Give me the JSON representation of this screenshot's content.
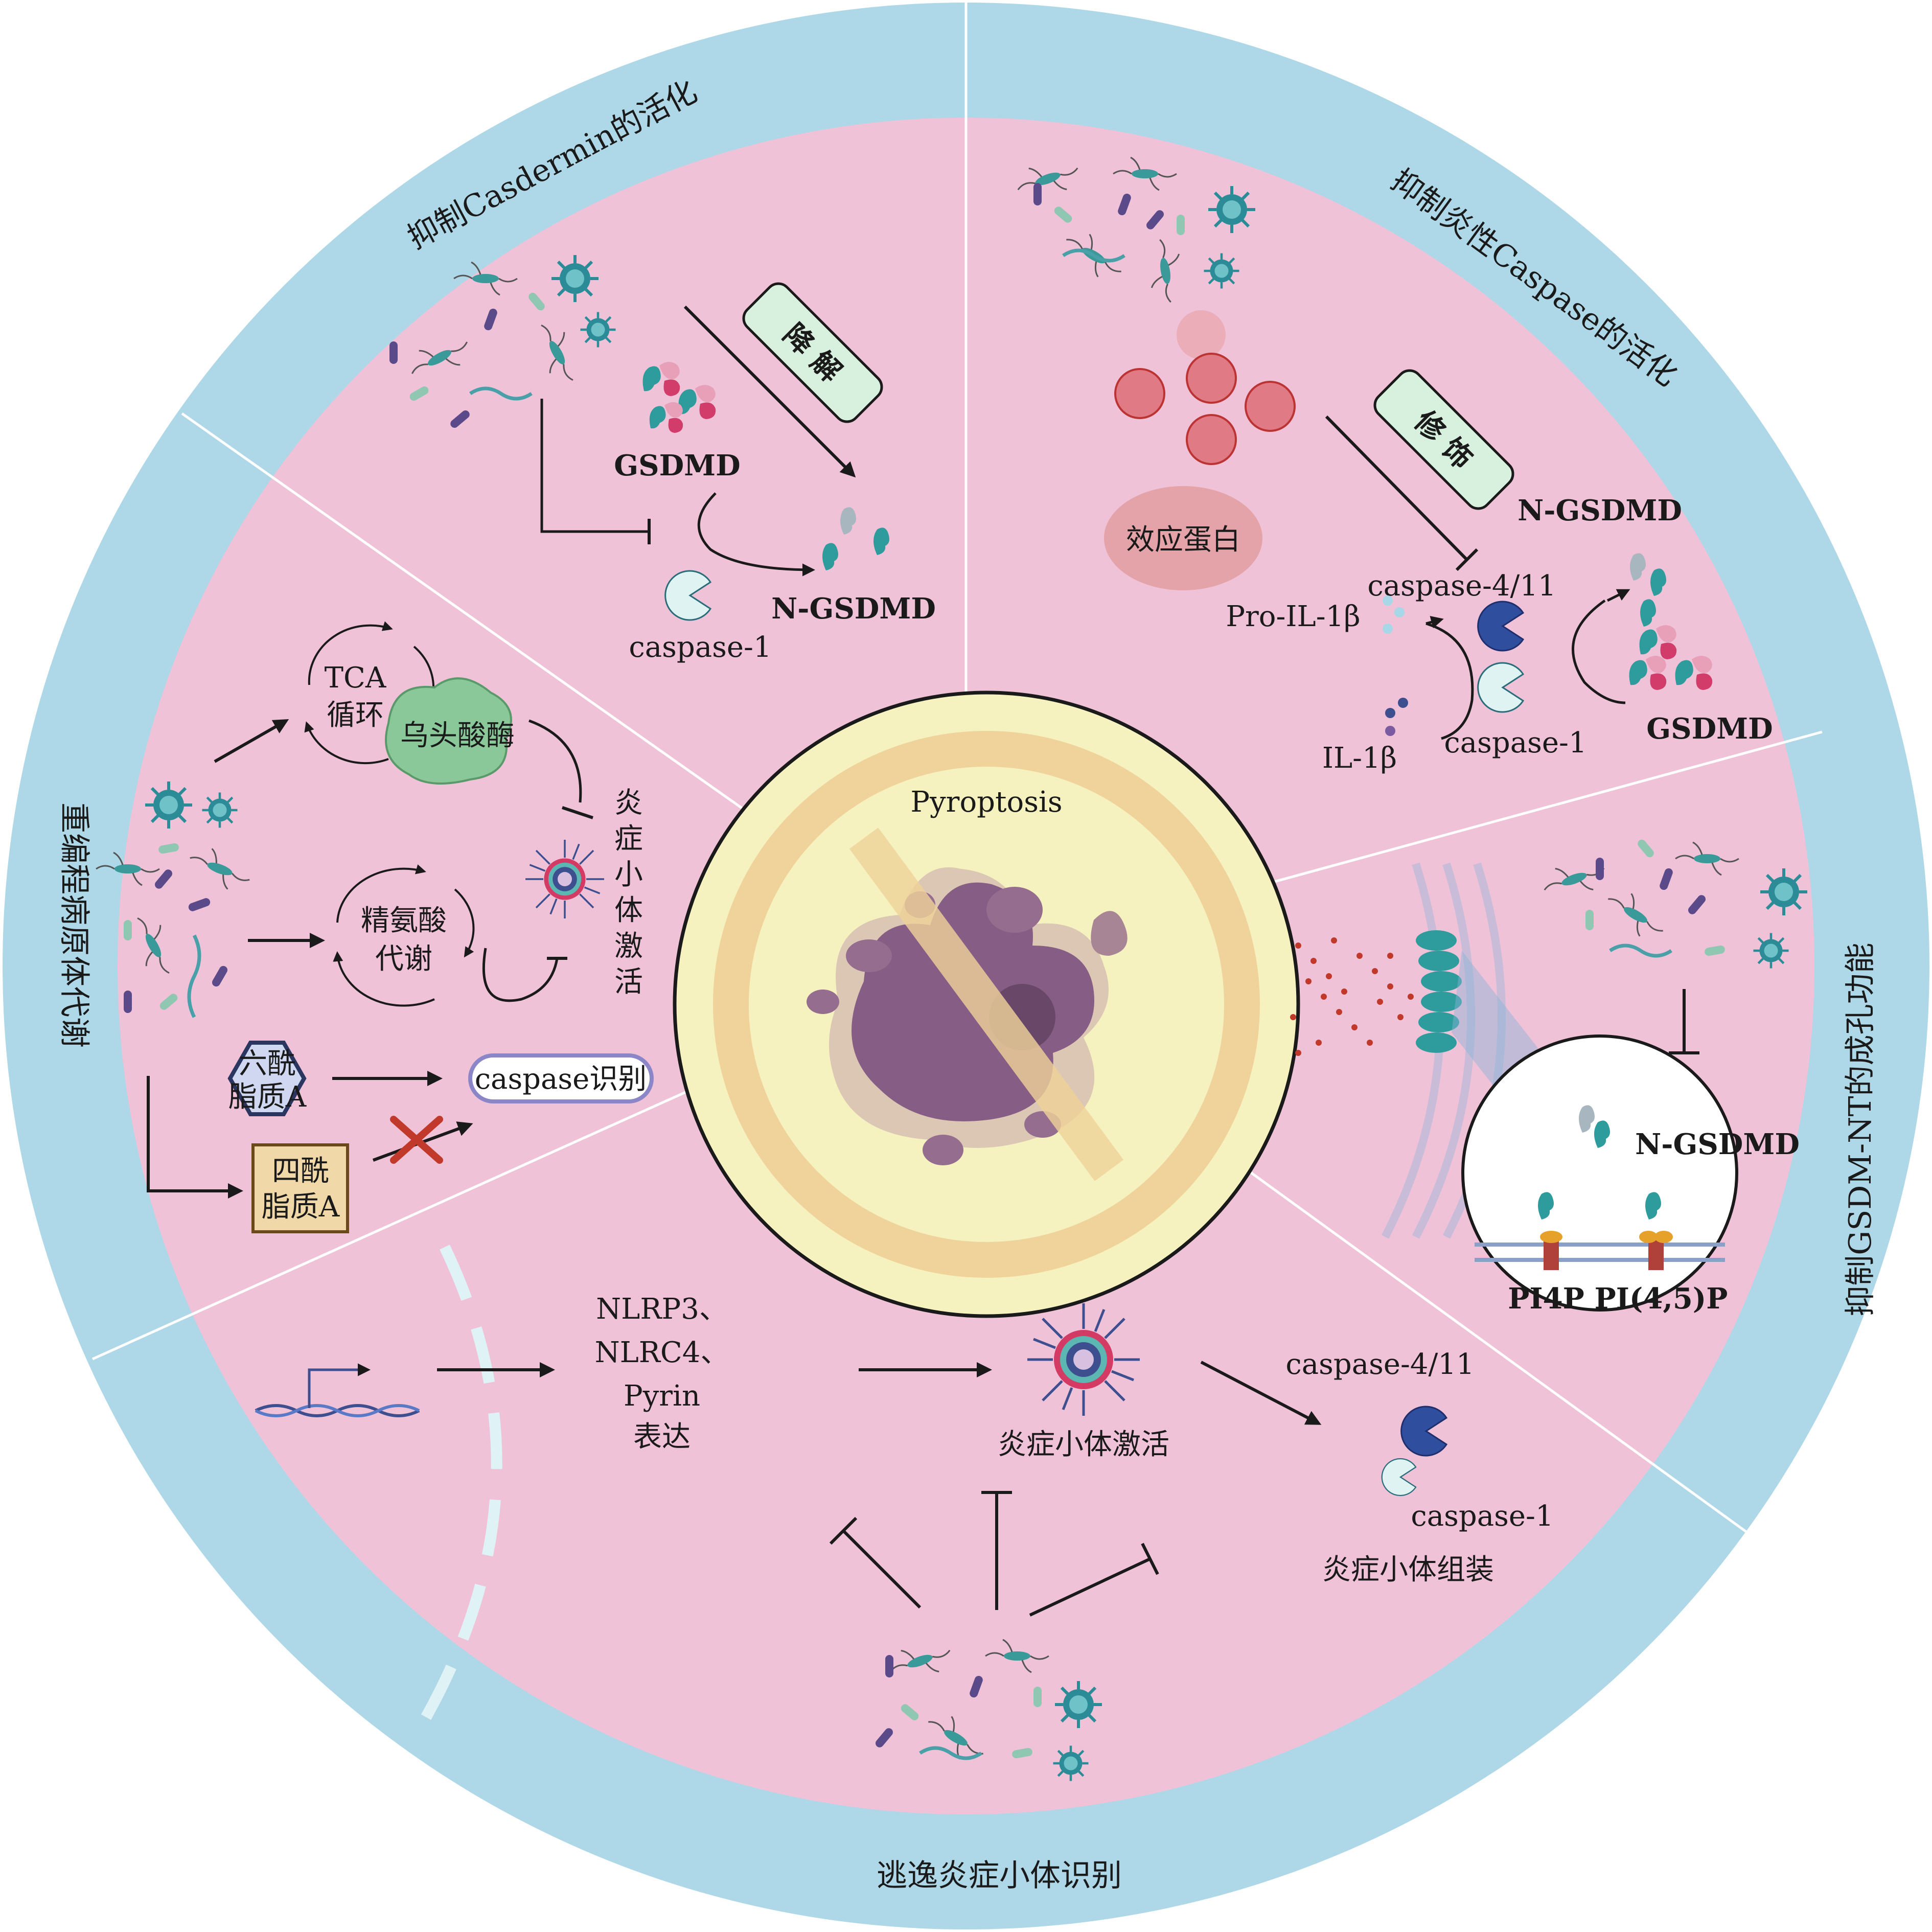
{
  "center": {
    "title": "Pyroptosis"
  },
  "sections": {
    "top_left": {
      "title": "抑制Casdermin的活化"
    },
    "top_right": {
      "title": "抑制炎性Caspase的活化"
    },
    "left": {
      "title": "重编程病原体代谢"
    },
    "right": {
      "title": "抑制GSDM-NT的成孔功能"
    },
    "bottom": {
      "title": "逃逸炎症小体识别"
    }
  },
  "top_left": {
    "badge": "降 解",
    "gsdmd": "GSDMD",
    "n_gsdmd": "N-GSDMD",
    "caspase1": "caspase-1"
  },
  "top_right": {
    "badge": "修 饰",
    "effector": "效应蛋白",
    "n_gsdmd": "N-GSDMD",
    "caspase411": "caspase-4/11",
    "pro_il": "Pro-IL-1β",
    "il": "IL-1β",
    "caspase1": "caspase-1",
    "gsdmd": "GSDMD"
  },
  "left": {
    "tca_1": "TCA",
    "tca_2": "循环",
    "enzyme": "乌头酸酶",
    "arg_1": "精氨酸",
    "arg_2": "代谢",
    "hexa_1": "六酰",
    "hexa_2": "脂质A",
    "tetra_1": "四酰",
    "tetra_2": "脂质A",
    "recog": "caspase识别",
    "inflam_v": [
      "炎",
      "症",
      "小",
      "体",
      "激",
      "活"
    ]
  },
  "right": {
    "n_gsdmd": "N-GSDMD",
    "pi4p": "PI4P",
    "pi45p": "PI(4,5)P"
  },
  "bottom": {
    "expr": [
      "NLRP3、",
      "NLRC4、",
      "Pyrin",
      "表达"
    ],
    "inflam_act": "炎症小体激活",
    "caspase411": "caspase-4/11",
    "caspase1": "caspase-1",
    "assembly": "炎症小体组装"
  },
  "colors": {
    "outer_ring": "#aed8e8",
    "sector": "#f0c2d7",
    "center_fill": "#f5f2c0",
    "ban_ring": "#f0d39a",
    "cell": "#7b4f7f",
    "gsdm": "#2e9c9c",
    "caspase_dark": "#2f4f9e",
    "caspase_light": "#dff3f3",
    "badge": "#d8f0de",
    "effector": "#e3a3a8"
  }
}
